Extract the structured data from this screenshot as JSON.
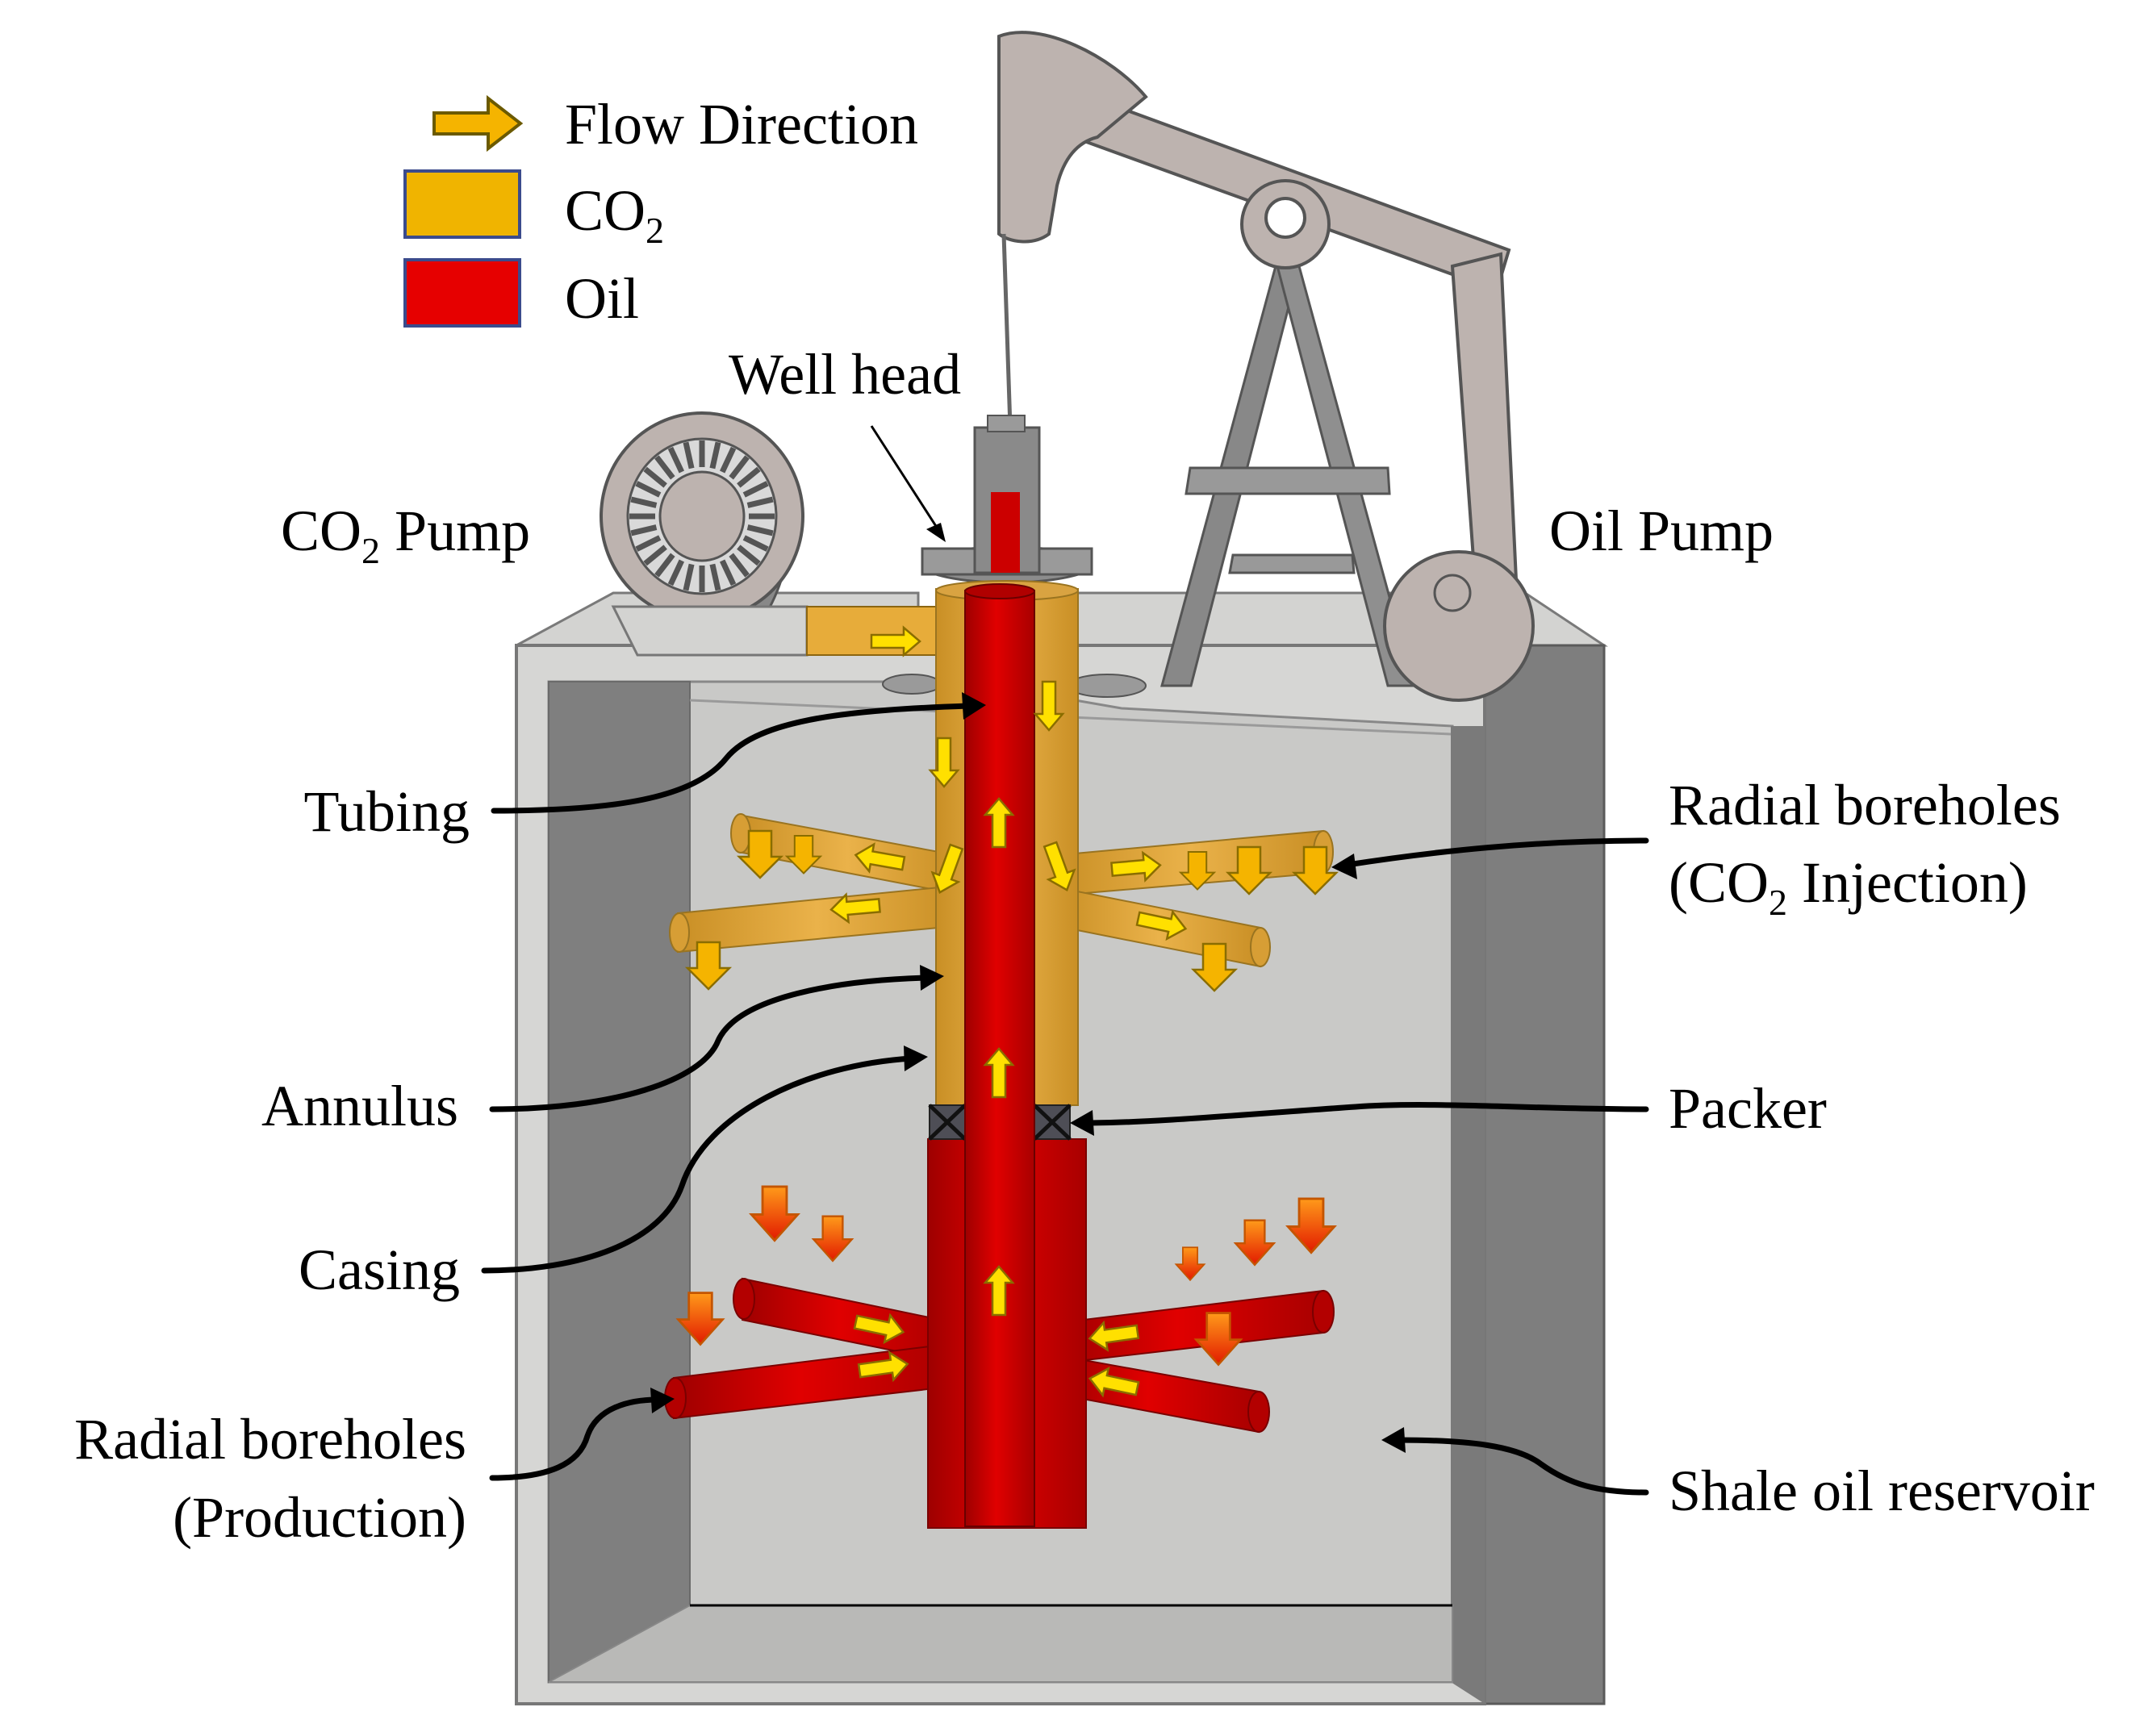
{
  "legend": {
    "flow_direction": "Flow Direction",
    "co2": "CO",
    "co2_sub": "2",
    "oil": "Oil"
  },
  "labels": {
    "well_head": "Well head",
    "co2_pump_main": "CO",
    "co2_pump_sub": "2",
    "co2_pump_rest": " Pump",
    "oil_pump": "Oil Pump",
    "tubing": "Tubing",
    "annulus": "Annulus",
    "casing": "Casing",
    "packer": "Packer",
    "radial_injection_line1": "Radial boreholes",
    "radial_injection_line2_pre": "(CO",
    "radial_injection_line2_sub": "2",
    "radial_injection_line2_post": " Injection)",
    "radial_production_line1": "Radial boreholes",
    "radial_production_line2": "(Production)",
    "shale_reservoir": "Shale oil reservoir"
  },
  "colors": {
    "co2": "#E7AC3A",
    "co2_legend": "#F0B400",
    "oil": "#CC0000",
    "oil_legend": "#E60000",
    "flow_arrow": "#FFE000",
    "reservoir": "#C9C9C7",
    "block_face": "#D8D8D6",
    "block_side": "#8C8C8C",
    "pump_metal": "#BDB3AF"
  }
}
